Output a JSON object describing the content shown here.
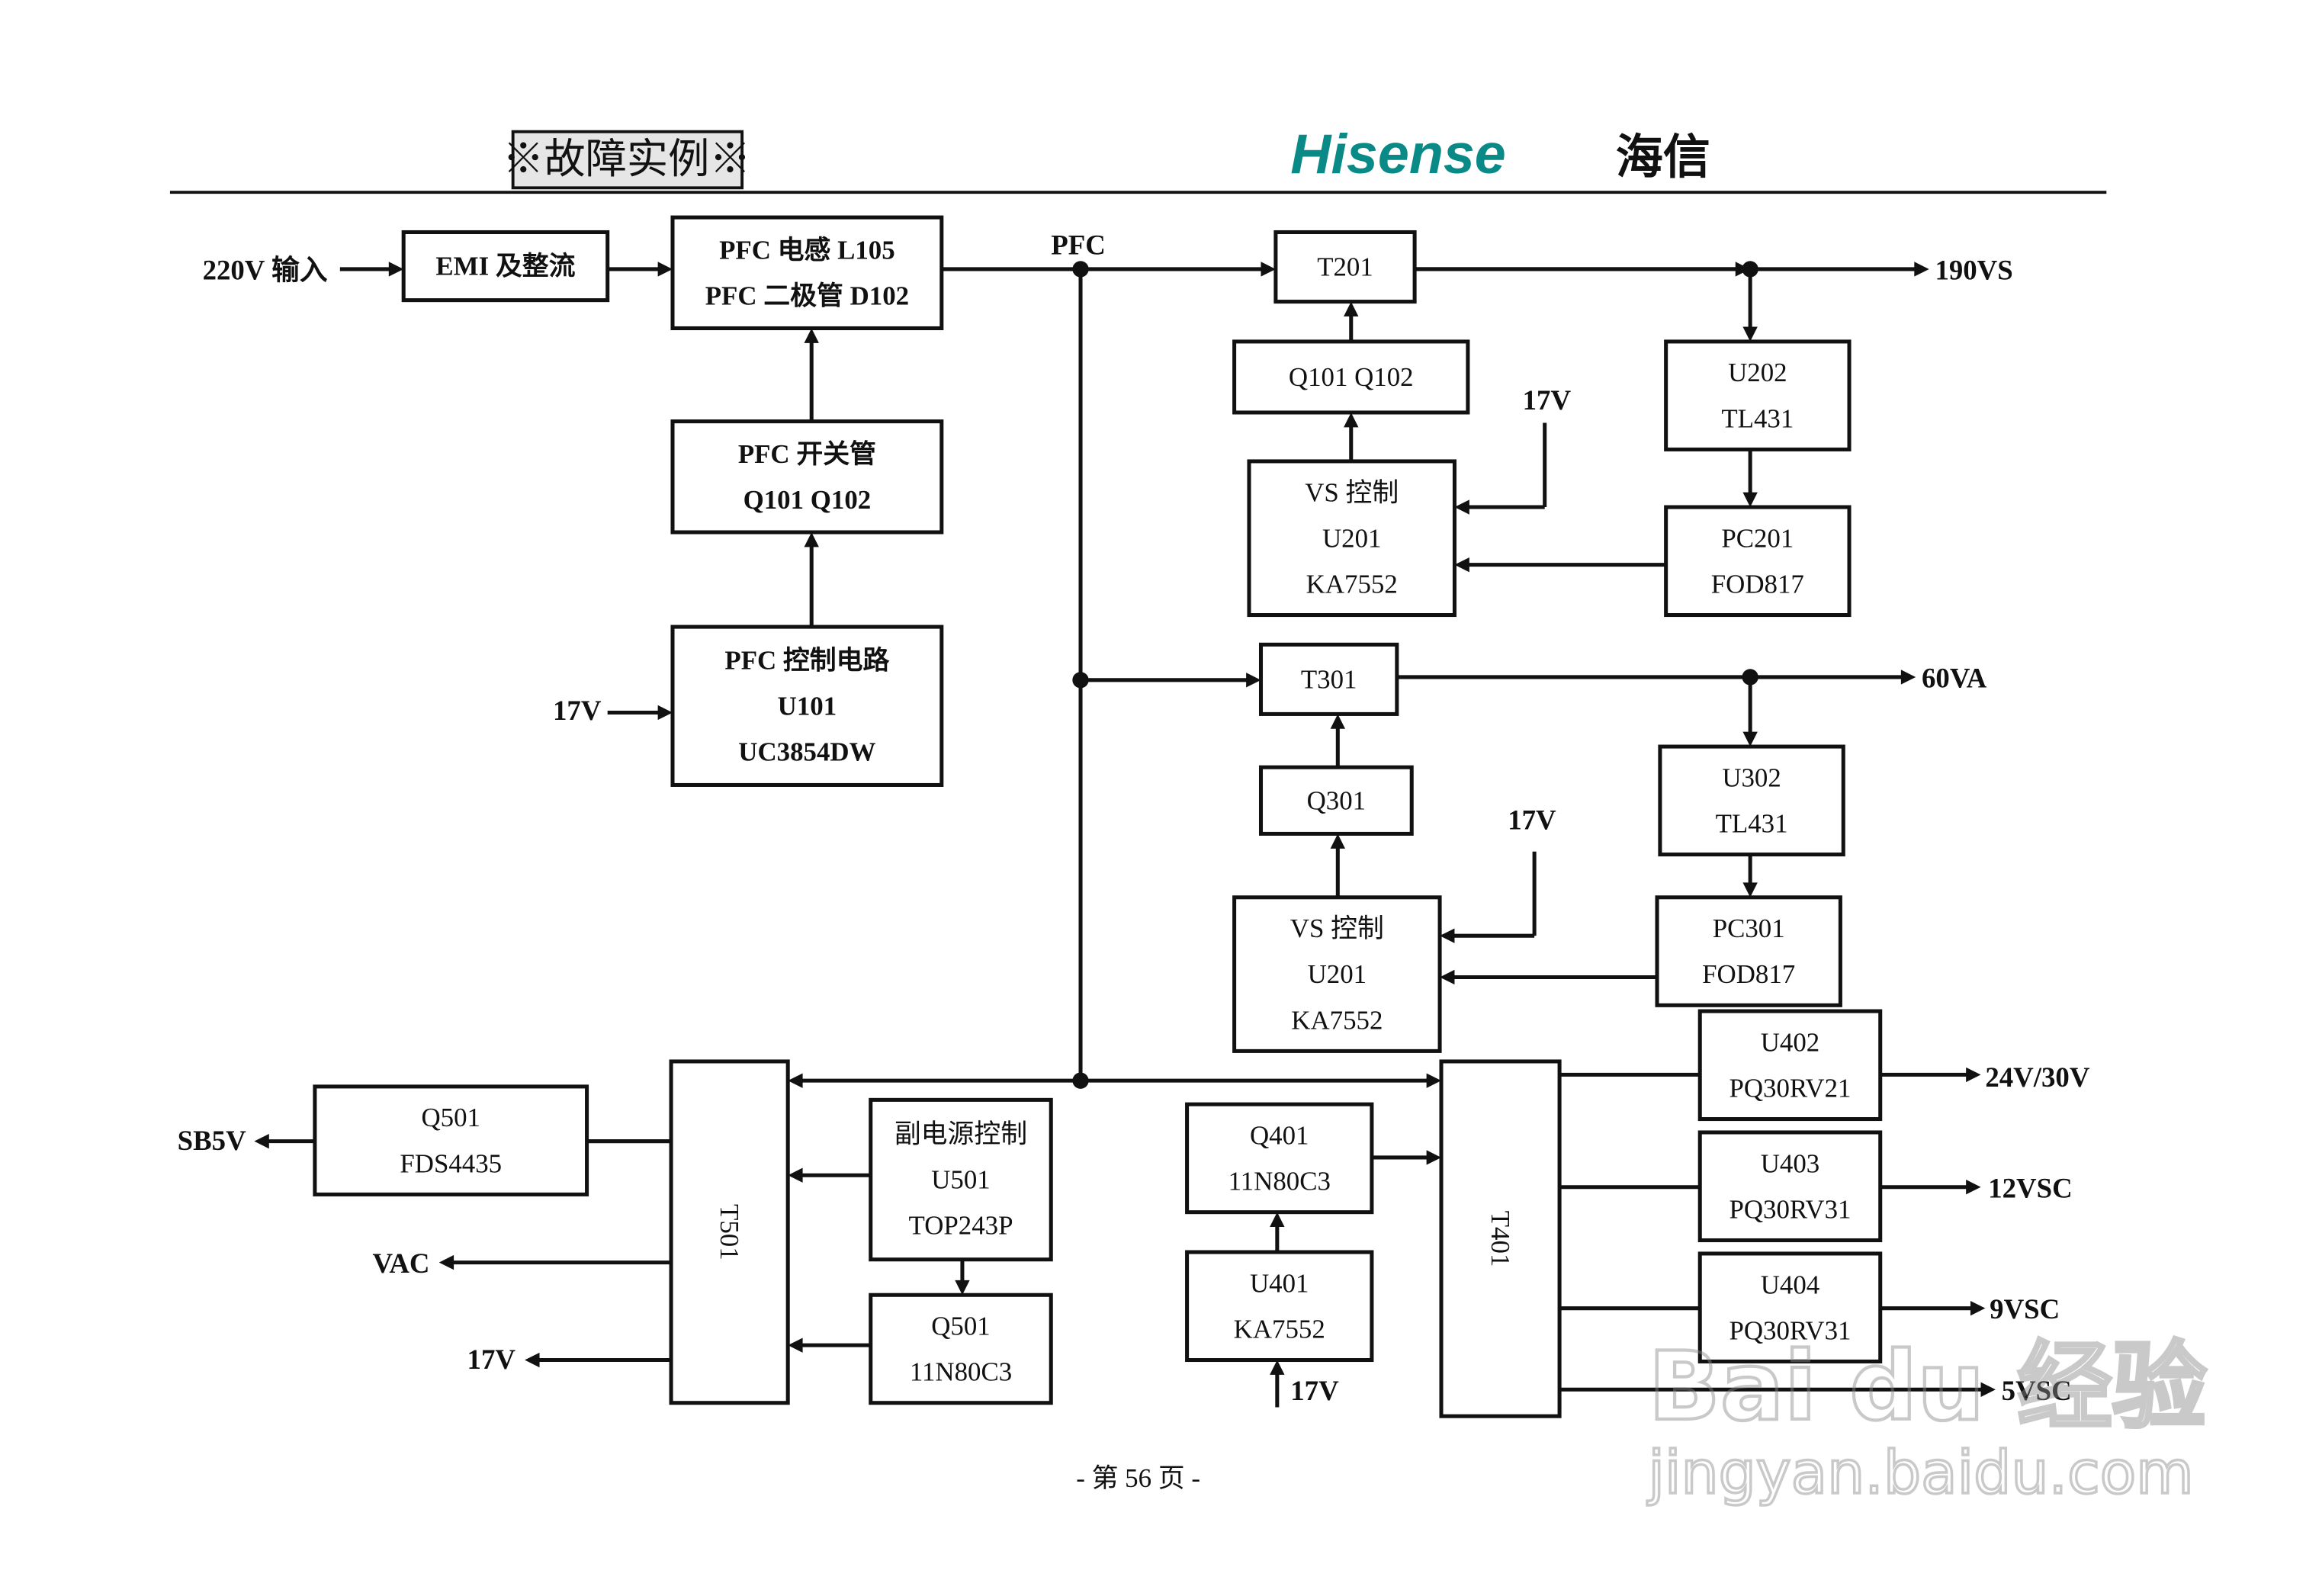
{
  "header": {
    "section_title": "※故障实例※",
    "logo_text": "Hisense",
    "logo_cn": "海信",
    "logo_color": "#0a8a86"
  },
  "footer": {
    "page_label": "- 第 56 页 -"
  },
  "watermark": {
    "brand": "Bai du 经验",
    "url": "jingyan.baidu.com"
  },
  "blocks": {
    "emi": [
      "EMI 及整流"
    ],
    "pfc_l": [
      "PFC 电感 L105",
      "PFC 二极管 D102"
    ],
    "pfc_sw": [
      "PFC 开关管",
      "Q101      Q102"
    ],
    "pfc_ctrl": [
      "PFC 控制电路",
      "U101",
      "UC3854DW"
    ],
    "t201": [
      "T201"
    ],
    "q101": [
      "Q101      Q102"
    ],
    "vs1": [
      "VS 控制",
      "U201",
      "KA7552"
    ],
    "u202": [
      "U202",
      "TL431"
    ],
    "pc201": [
      "PC201",
      "FOD817"
    ],
    "t301": [
      "T301"
    ],
    "q301": [
      "Q301"
    ],
    "vs2": [
      "VS 控制",
      "U201",
      "KA7552"
    ],
    "u302": [
      "U302",
      "TL431"
    ],
    "pc301": [
      "PC301",
      "FOD817"
    ],
    "q501a": [
      "Q501",
      "FDS4435"
    ],
    "t501": [
      "T501"
    ],
    "u501": [
      "副电源控制",
      "U501",
      "TOP243P"
    ],
    "q501b": [
      "Q501",
      "11N80C3"
    ],
    "q401": [
      "Q401",
      "11N80C3"
    ],
    "u401": [
      "U401",
      "KA7552"
    ],
    "t401": [
      "T401"
    ],
    "u402": [
      "U402",
      "PQ30RV21"
    ],
    "u403": [
      "U403",
      "PQ30RV31"
    ],
    "u404": [
      "U404",
      "PQ30RV31"
    ]
  },
  "labels": {
    "in220": "220V 输入",
    "pfc": "PFC",
    "v17_pfc": "17V",
    "v17_vs1": "17V",
    "v17_vs2": "17V",
    "v17_u401": "17V",
    "out190": "190VS",
    "out60": "60VA",
    "sb5v": "SB5V",
    "vac": "VAC",
    "v17_out": "17V",
    "out24": "24V/30V",
    "out12": "12VSC",
    "out9": "9VSC",
    "out5": "5VSC"
  }
}
